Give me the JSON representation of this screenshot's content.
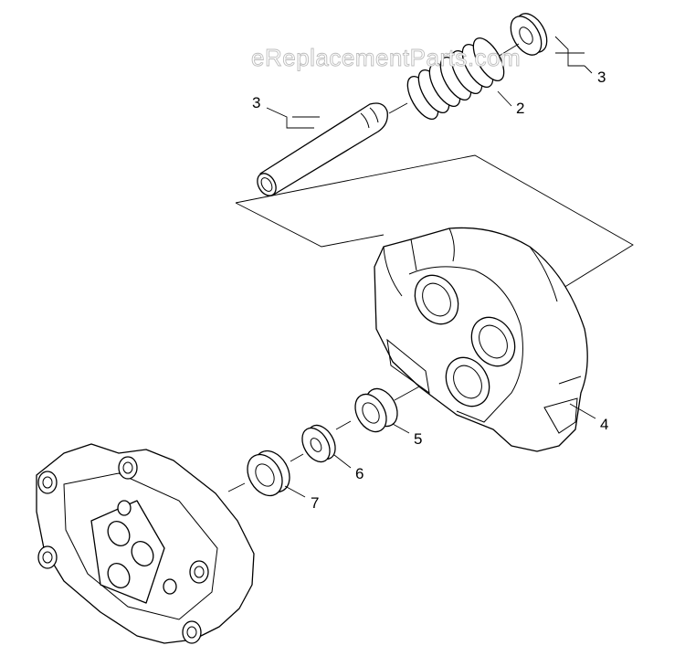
{
  "watermark": "eReplacementParts.com",
  "callouts": {
    "c2": "2",
    "c3a": "3",
    "c3b": "3",
    "c4": "4",
    "c5": "5",
    "c6": "6",
    "c7": "7"
  },
  "colors": {
    "line": "#000000",
    "background": "#ffffff",
    "watermark": "#bdbdbd"
  }
}
